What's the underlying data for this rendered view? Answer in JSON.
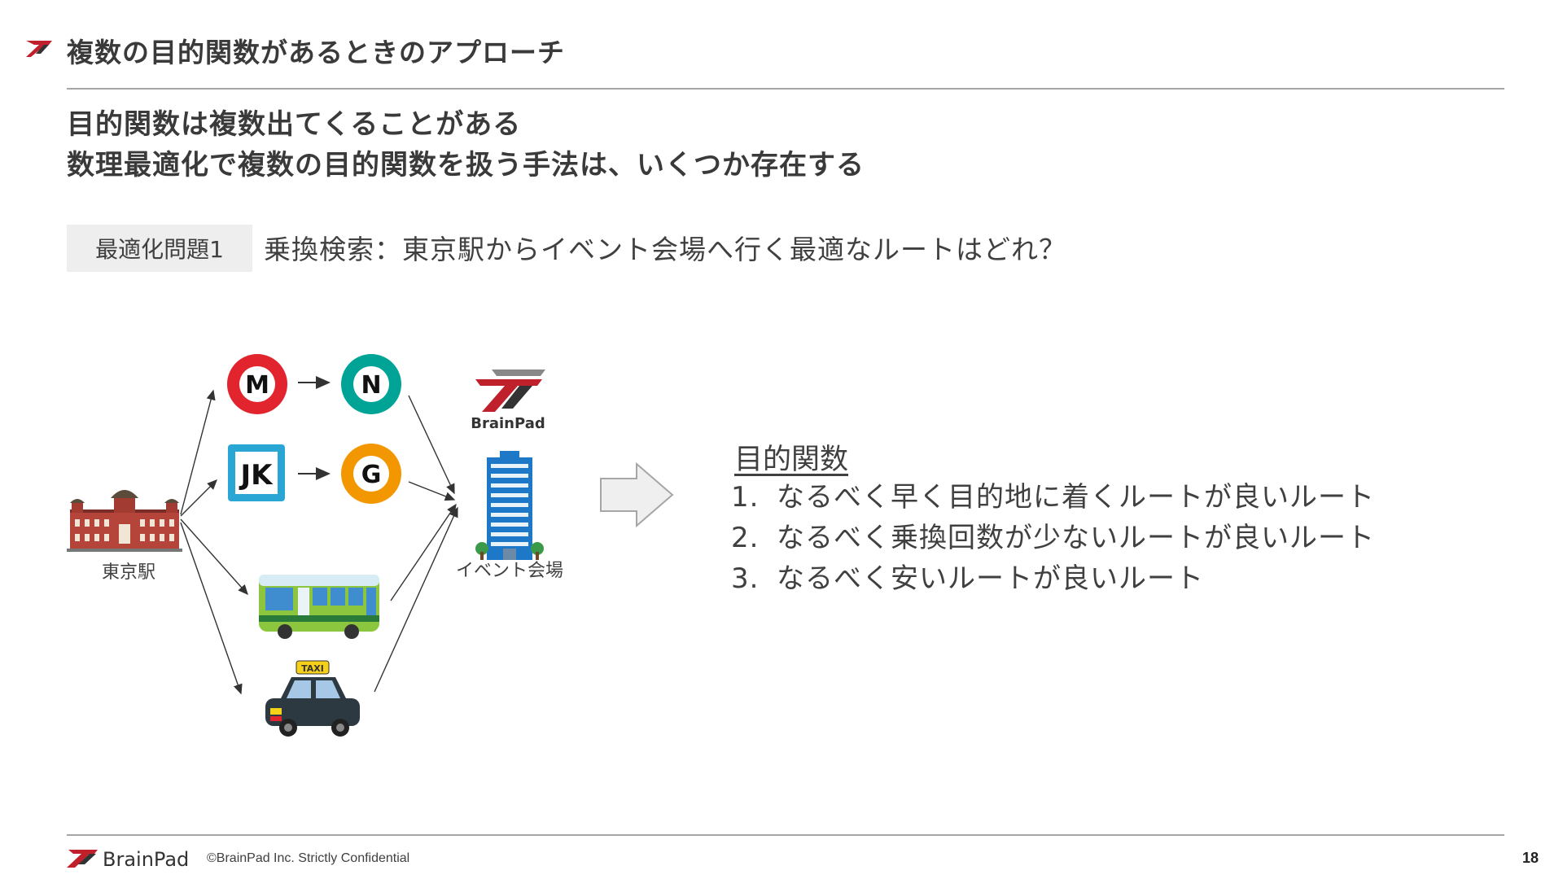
{
  "header": {
    "title": "複数の目的関数があるときのアプローチ"
  },
  "lead": {
    "line1": "目的関数は複数出てくることがある",
    "line2": "数理最適化で複数の目的関数を扱う手法は、いくつか存在する"
  },
  "problem": {
    "tag": "最適化問題1",
    "text": "乗換検索：東京駅からイベント会場へ行く最適なルートはどれ？"
  },
  "diagram": {
    "origin_label": "東京駅",
    "destination_label": "イベント会場",
    "metro_m": "M",
    "metro_n": "N",
    "jr": "JK",
    "metro_g": "G",
    "taxi_sign": "TAXI",
    "brand_mark": "BrainPad"
  },
  "objectives": {
    "title": "目的関数",
    "items": [
      {
        "num": "1.",
        "text": "なるべく早く目的地に着くルートが良いルート"
      },
      {
        "num": "2.",
        "text": "なるべく乗換回数が少ないルートが良いルート"
      },
      {
        "num": "3.",
        "text": "なるべく安いルートが良いルート"
      }
    ]
  },
  "footer": {
    "brand": "BrainPad",
    "copyright": "©BrainPad Inc.  Strictly Confidential",
    "page": "18"
  },
  "colors": {
    "accent_red": "#c0202b",
    "metro_m": "#e1242e",
    "metro_n": "#00a497",
    "jr_blue": "#2aa6d5",
    "metro_g": "#f39700",
    "rule": "#a6a6a6"
  }
}
